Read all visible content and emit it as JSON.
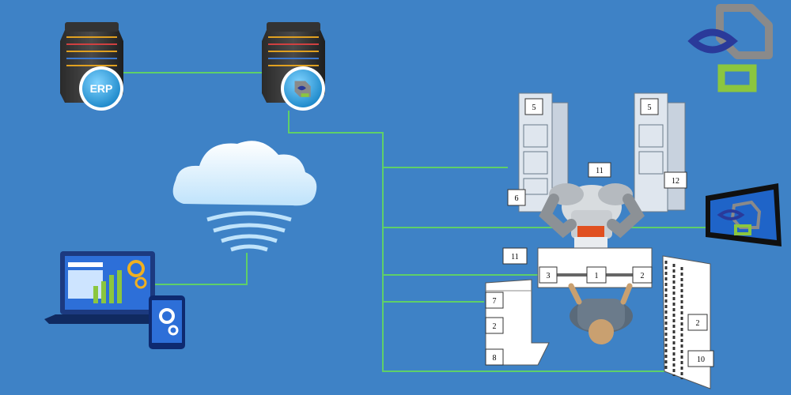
{
  "servers": [
    {
      "label": "ERP",
      "icon": "erp-server-icon"
    },
    {
      "label": "",
      "icon": "logo-server-icon"
    }
  ],
  "cloud_icon": "wireless-cloud-icon",
  "devices": {
    "laptop_icon": "laptop-dashboard-icon",
    "tablet_icon": "tablet-gears-icon"
  },
  "monitor_icon": "monitor-logo-icon",
  "workcell_labels": {
    "rack_left": "5",
    "rack_right": "5",
    "base_left": "6",
    "center_top": "11",
    "rack_right_box": "12",
    "table_left": "11",
    "bench_left": "3",
    "bench_center": "1",
    "bench_right": "2",
    "shelf_top": "7",
    "shelf_mid": "2",
    "shelf_bottom": "8",
    "panel_mid": "2",
    "panel_bottom": "10"
  },
  "colors": {
    "background": "#3e82c6",
    "connector": "#5fcf68",
    "logo_grey": "#8a8a8a",
    "logo_blue": "#2a3a9a",
    "logo_green": "#8bc63f"
  }
}
